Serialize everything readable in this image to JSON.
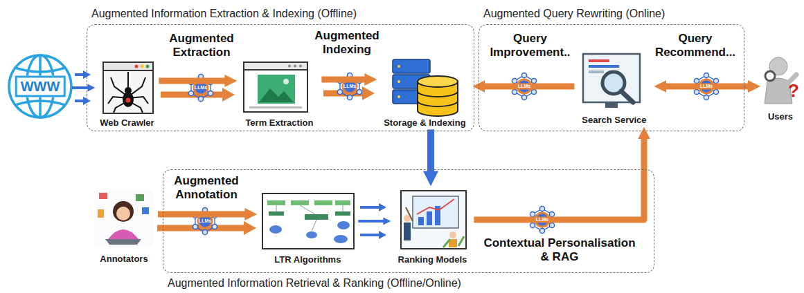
{
  "diagram": {
    "nodes": [
      {
        "text": [
          "WWW"
        ]
      },
      {
        "text": [
          "Augmented Information Extraction & Indexing (Offline)"
        ]
      },
      {
        "text": [
          "Web Crawler"
        ],
        "in": 1
      },
      {
        "text": [
          "Term Extraction"
        ],
        "in": 1
      },
      {
        "text": [
          "Storage & Indexing"
        ],
        "in": 1
      },
      {
        "text": [
          "Augmented Query Rewriting (Online)"
        ]
      },
      {
        "text": [
          "Search Service"
        ],
        "in": 5
      },
      {
        "text": [
          "Users"
        ]
      },
      {
        "text": [
          "Annotators"
        ]
      },
      {
        "text": [
          "Augmented Information Retrieval & Ranking (Offline/Online)"
        ]
      },
      {
        "text": [
          "LTR Algorithms"
        ],
        "in": 9
      },
      {
        "text": [
          "Ranking Models"
        ],
        "in": 9
      }
    ],
    "edges": [
      {
        "from": 0,
        "to": 2,
        "arrow": "to"
      },
      {
        "from": 2,
        "to": 3,
        "arrow": "to",
        "label": "Augmented Extraction"
      },
      {
        "from": 3,
        "to": 4,
        "arrow": "to",
        "label": "Augmented Indexing"
      },
      {
        "from": 6,
        "to": 4,
        "arrow": "to",
        "label": "Query Improvement.."
      },
      {
        "from": 6,
        "to": 7,
        "arrow": "both",
        "label": "Query Recommend..."
      },
      {
        "from": 4,
        "to": 11,
        "arrow": "to"
      },
      {
        "from": 8,
        "to": 10,
        "arrow": "to",
        "label": "Augmented Annotation"
      },
      {
        "from": 10,
        "to": 11,
        "arrow": "to"
      },
      {
        "from": 11,
        "to": 6,
        "arrow": "to",
        "label": "Contextual Personalisation & RAG"
      }
    ],
    "labels": [
      "LLMs",
      "LLMs",
      "LLMs",
      "LLMs",
      "LLMs",
      "LLMs",
      "?"
    ]
  }
}
